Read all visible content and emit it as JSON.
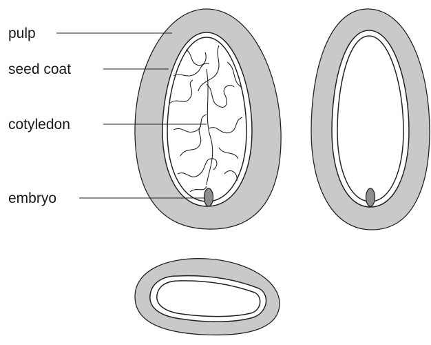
{
  "labels": {
    "pulp": "pulp",
    "seed_coat": "seed coat",
    "cotyledon": "cotyledon",
    "embryo": "embryo"
  },
  "colors": {
    "pulp": "#c9c9c9",
    "outline": "#222222",
    "embryo": "#8e8e8e",
    "background": "#ffffff"
  }
}
